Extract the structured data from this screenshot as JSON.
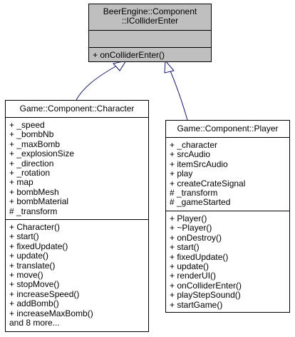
{
  "colors": {
    "base_class_fill": "#bfbfbf",
    "class_fill": "#ffffff",
    "border": "#000000",
    "edge": "#191970"
  },
  "base_class": {
    "title_line1": "BeerEngine::Component",
    "title_line2": "::IColliderEnter",
    "attributes": [],
    "methods": [
      "+ onColliderEnter()"
    ]
  },
  "character_class": {
    "title": "Game::Component::Character",
    "attributes": [
      "+ _speed",
      "+ _bombNb",
      "+ _maxBomb",
      "+ _explosionSize",
      "+ _direction",
      "+ _rotation",
      "+ map",
      "+ bombMesh",
      "+ bombMaterial",
      "# _transform"
    ],
    "methods": [
      "+ Character()",
      "+ start()",
      "+ fixedUpdate()",
      "+ update()",
      "+ translate()",
      "+ move()",
      "+ stopMove()",
      "+ increaseSpeed()",
      "+ addBomb()",
      "+ increaseMaxBomb()",
      "and 8 more..."
    ]
  },
  "player_class": {
    "title": "Game::Component::Player",
    "attributes": [
      "+ _character",
      "+ srcAudio",
      "+ itemSrcAudio",
      "+ play",
      "+ createCrateSignal",
      "# _transform",
      "# _gameStarted"
    ],
    "methods": [
      "+ Player()",
      "+ ~Player()",
      "+ onDestroy()",
      "+ start()",
      "+ fixedUpdate()",
      "+ update()",
      "+ renderUI()",
      "+ onColliderEnter()",
      "+ playStepSound()",
      "+ startGame()"
    ]
  }
}
